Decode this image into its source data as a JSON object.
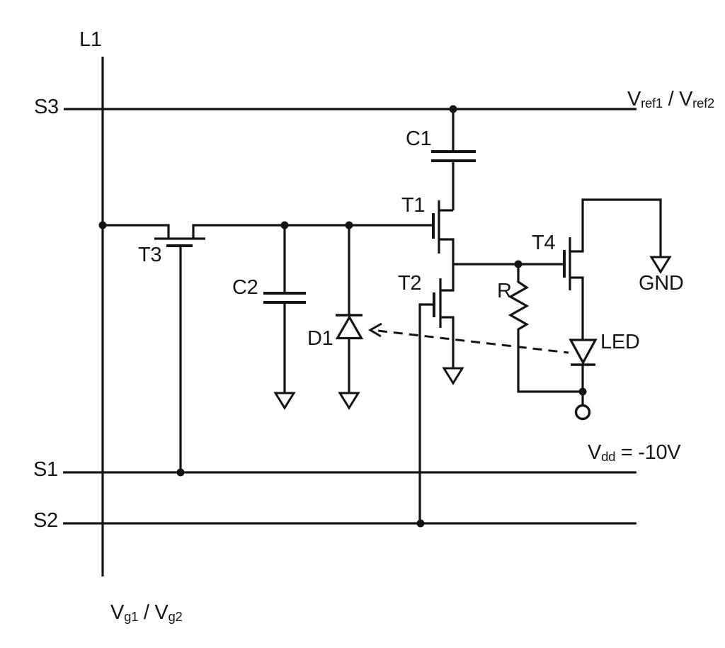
{
  "diagram_type": "circuit-schematic",
  "colors": {
    "line": "#141414",
    "background": "#ffffff",
    "text": "#161616"
  },
  "nets": {
    "l1": "L1",
    "s3": "S3",
    "s1": "S1",
    "s2": "S2"
  },
  "components": {
    "t1": "T1",
    "t2": "T2",
    "t3": "T3",
    "t4": "T4",
    "c1": "C1",
    "c2": "C2",
    "d1": "D1",
    "r": "R",
    "led": "LED",
    "gnd": "GND"
  },
  "voltages": {
    "vref": {
      "v1": "V",
      "s1": "ref1",
      "sep": " / ",
      "v2": "V",
      "s2": "ref2"
    },
    "vg": {
      "v1": "V",
      "s1": "g1",
      "sep": " / ",
      "v2": "V",
      "s2": "g2"
    },
    "vdd": {
      "v": "V",
      "s": "dd",
      "eq": " = -10V"
    }
  }
}
